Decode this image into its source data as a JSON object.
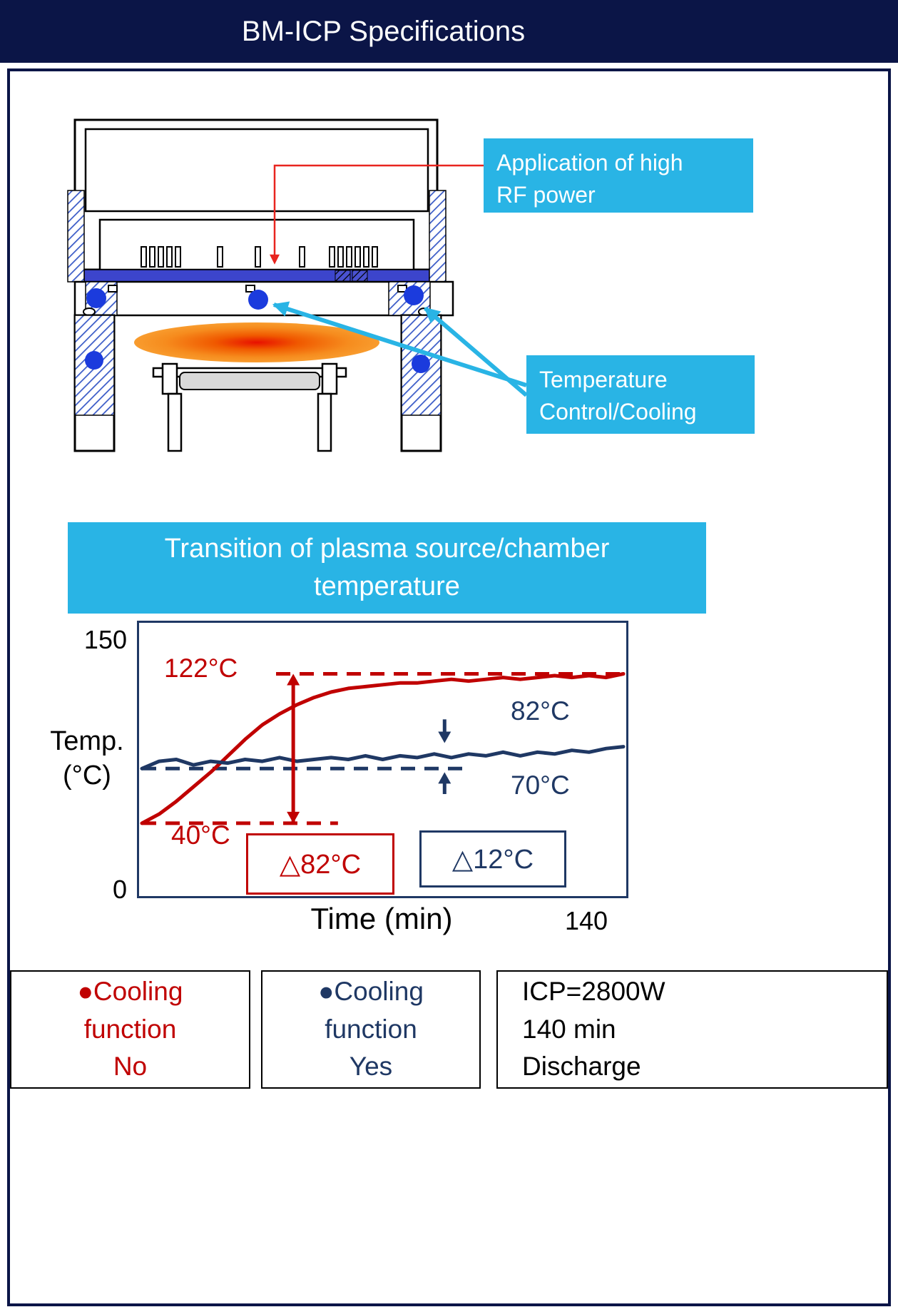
{
  "header": {
    "title": "BM-ICP Specifications"
  },
  "diagram": {
    "rf_callout": "Application of high\nRF power",
    "cooling_callout": "Temperature\nControl/Cooling"
  },
  "chart": {
    "title": "Transition of plasma source/chamber temperature",
    "y_axis_title": "Temp.\n(°C)",
    "y_top_label": "150",
    "y_bottom_label": "0",
    "x_axis_title": "Time (min)",
    "x_max_label": "140",
    "label_red_peak": "122°C",
    "label_red_start": "40°C",
    "label_navy_end": "82°C",
    "label_navy_start": "70°C",
    "delta_red": "△82°C",
    "delta_navy": "△12°C"
  },
  "legend": {
    "no_cooling": "●Cooling\nfunction\nNo",
    "with_cooling": "●Cooling\nfunction\nYes",
    "conditions": "ICP=2800W\n140 min\nDischarge"
  },
  "colors": {
    "header_navy": "#0b1547",
    "cyan": "#29b4e5",
    "red": "#c00000",
    "navy": "#1f3864",
    "cooling_blue": "#1b3bdd",
    "plasma_orange": "#f68c1e"
  },
  "chart_data": {
    "type": "line",
    "title": "Transition of plasma source/chamber temperature",
    "xlabel": "Time (min)",
    "ylabel": "Temp. (°C)",
    "x_range": [
      0,
      140
    ],
    "y_range": [
      0,
      150
    ],
    "grid": false,
    "x": [
      0,
      5,
      10,
      15,
      20,
      25,
      30,
      35,
      40,
      45,
      50,
      55,
      60,
      65,
      70,
      75,
      80,
      85,
      90,
      95,
      100,
      105,
      110,
      115,
      120,
      125,
      130,
      135,
      140
    ],
    "series": [
      {
        "name": "Cooling function No",
        "color": "#c00000",
        "values": [
          40,
          45,
          52,
          60,
          68,
          77,
          86,
          94,
          100,
          105,
          109,
          112,
          114,
          115,
          116,
          117,
          117,
          118,
          119,
          118,
          119,
          120,
          119,
          120,
          121,
          120,
          121,
          120,
          122
        ]
      },
      {
        "name": "Cooling function Yes",
        "color": "#1f3864",
        "values": [
          70,
          74,
          75,
          72,
          74,
          73,
          75,
          74,
          76,
          74,
          75,
          76,
          75,
          77,
          75,
          77,
          76,
          78,
          76,
          78,
          77,
          79,
          77,
          79,
          78,
          80,
          79,
          81,
          82
        ]
      }
    ],
    "guides": [
      {
        "value": 122,
        "x_from": 39,
        "x_to": 139,
        "color": "#c00000"
      },
      {
        "value": 40,
        "x_from": 0,
        "x_to": 57,
        "color": "#c00000"
      },
      {
        "value": 70,
        "x_from": 0,
        "x_to": 94,
        "color": "#1f3864"
      }
    ],
    "arrows": [
      {
        "x": 44,
        "from": 40,
        "to": 122,
        "color": "#c00000",
        "double": true
      },
      {
        "x": 88,
        "from": 97,
        "to": 84,
        "color": "#1f3864"
      },
      {
        "x": 88,
        "from": 56,
        "to": 68,
        "color": "#1f3864"
      }
    ],
    "annotations": [
      "122°C",
      "40°C",
      "82°C",
      "70°C",
      "△82°C",
      "△12°C"
    ]
  }
}
